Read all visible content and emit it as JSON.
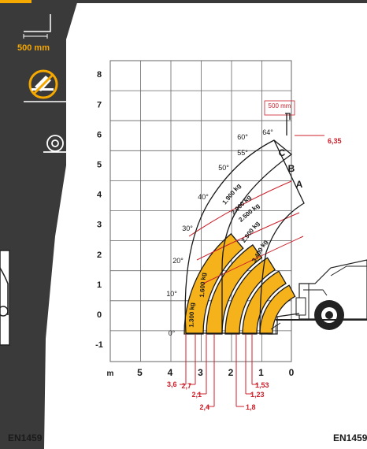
{
  "sidebar": {
    "offset_label": "500 mm",
    "icons": [
      "outrigger-offset-icon",
      "no-stabilizers-icon",
      "tyre-icon"
    ]
  },
  "footer": {
    "left_label": "EN1459",
    "right_label": "EN1459"
  },
  "colors": {
    "zone_fill": "#f5b21b",
    "grid": "#555555",
    "arcs": "#cc1f2a",
    "sidebar": "#3a3a3a",
    "accent": "#f5a800"
  },
  "chart_data": {
    "type": "load-chart",
    "y_ticks": [
      "8",
      "7",
      "6",
      "5",
      "4",
      "3",
      "2",
      "1",
      "0",
      "-1"
    ],
    "x_ticks": [
      "m",
      "5",
      "4",
      "3",
      "2",
      "1",
      "0"
    ],
    "boom_angles": [
      "0°",
      "10°",
      "20°",
      "30°",
      "40°",
      "50°",
      "55°",
      "60°",
      "64°"
    ],
    "load_zones": [
      "1.300 kg",
      "1.600 kg",
      "1.900 kg",
      "2.000 kg",
      "2.500 kg",
      "2.900 kg",
      "3.400 kg"
    ],
    "boom_positions": [
      "A",
      "B",
      "C"
    ],
    "max_height": "6,35",
    "fork_offset": "500 mm",
    "reach_markers": [
      "3,6",
      "2,7",
      "2,1",
      "2,4",
      "1,8",
      "1,23",
      "1,53"
    ]
  }
}
